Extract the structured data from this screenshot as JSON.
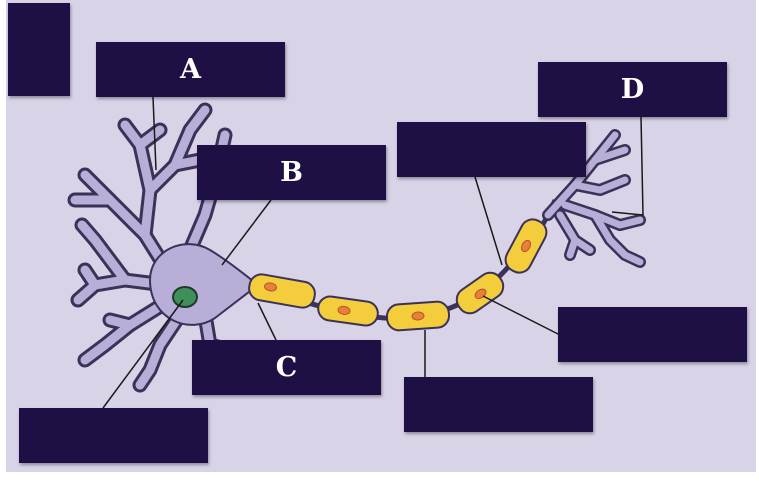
{
  "diagram": {
    "colors": {
      "background": "#d9d3e8",
      "label_box": "#1e1044",
      "label_text": "#ffffff",
      "neuron_body": "#b9aed8",
      "neuron_outline": "#3b3257",
      "nucleus": "#3f8f5a",
      "myelin": "#f4cd3d",
      "myelin_nucleus": "#e8803a",
      "leader_line": "#1a1a1a"
    },
    "labels": {
      "top_left_corner": "",
      "dendrites": "A",
      "cell_body": "B",
      "axon_hillock": "C",
      "axon_terminals": "D",
      "axon": "",
      "nucleus": "",
      "node_of_ranvier": "",
      "schwann_cell": ""
    }
  }
}
